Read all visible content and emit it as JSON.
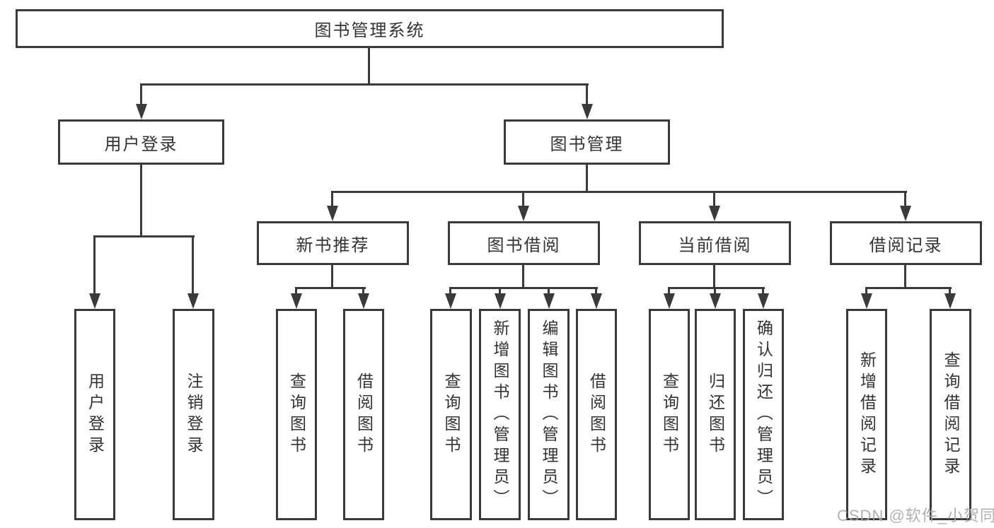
{
  "tree": {
    "label": "图书管理系统",
    "children": [
      {
        "label": "用户登录",
        "children": [
          {
            "label": "用户登录"
          },
          {
            "label": "注销登录"
          }
        ]
      },
      {
        "label": "图书管理",
        "children": [
          {
            "label": "新书推荐",
            "children": [
              {
                "label": "查询图书"
              },
              {
                "label": "借阅图书"
              }
            ]
          },
          {
            "label": "图书借阅",
            "children": [
              {
                "label": "查询图书"
              },
              {
                "label": "新增图书（管理员）"
              },
              {
                "label": "编辑图书（管理员）"
              },
              {
                "label": "借阅图书"
              }
            ]
          },
          {
            "label": "当前借阅",
            "children": [
              {
                "label": "查询图书"
              },
              {
                "label": "归还图书"
              },
              {
                "label": "确认归还（管理员）"
              }
            ]
          },
          {
            "label": "借阅记录",
            "children": [
              {
                "label": "新增借阅记录"
              },
              {
                "label": "查询借阅记录"
              }
            ]
          }
        ]
      }
    ]
  },
  "watermark": {
    "text": "CSDN @软件_小贺同学"
  },
  "colors": {
    "line": "#3a3a3a",
    "text": "#333333",
    "bg": "#ffffff",
    "wm": "#a8a8a8"
  }
}
